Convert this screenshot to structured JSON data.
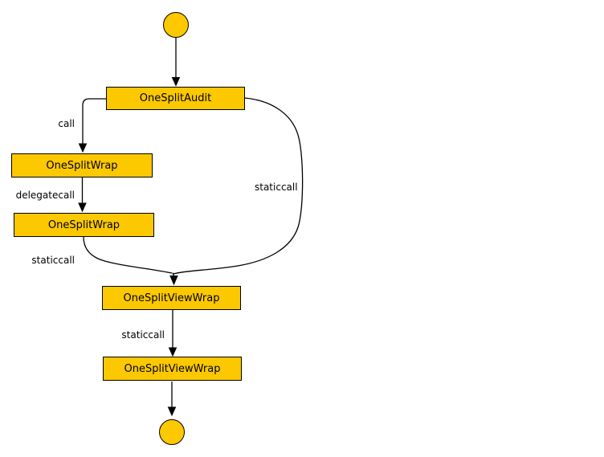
{
  "diagram_type": "call-flow",
  "colors": {
    "node_fill": "#FCC800",
    "node_border": "#000000",
    "edge_color": "#000000",
    "text_color": "#000000",
    "background": "#FFFFFF"
  },
  "nodes": {
    "start": {
      "type": "start-circle"
    },
    "audit": {
      "label": "OneSplitAudit"
    },
    "wrap1": {
      "label": "OneSplitWrap"
    },
    "wrap2": {
      "label": "OneSplitWrap"
    },
    "view1": {
      "label": "OneSplitViewWrap"
    },
    "view2": {
      "label": "OneSplitViewWrap"
    },
    "end": {
      "type": "end-circle"
    }
  },
  "edges": [
    {
      "from": "start",
      "to": "OneSplitAudit",
      "label": ""
    },
    {
      "from": "OneSplitAudit",
      "to": "OneSplitWrap",
      "label": "call"
    },
    {
      "from": "OneSplitWrap",
      "to": "OneSplitWrap",
      "label": "delegatecall"
    },
    {
      "from": "OneSplitWrap",
      "to": "OneSplitViewWrap",
      "label": "staticcall"
    },
    {
      "from": "OneSplitAudit",
      "to": "OneSplitViewWrap",
      "label": "staticcall"
    },
    {
      "from": "OneSplitViewWrap",
      "to": "OneSplitViewWrap",
      "label": "staticcall"
    },
    {
      "from": "OneSplitViewWrap",
      "to": "end",
      "label": ""
    }
  ],
  "edge_labels": {
    "call": "call",
    "delegatecall": "delegatecall",
    "staticcall_left": "staticcall",
    "staticcall_right": "staticcall",
    "staticcall_mid": "staticcall"
  }
}
